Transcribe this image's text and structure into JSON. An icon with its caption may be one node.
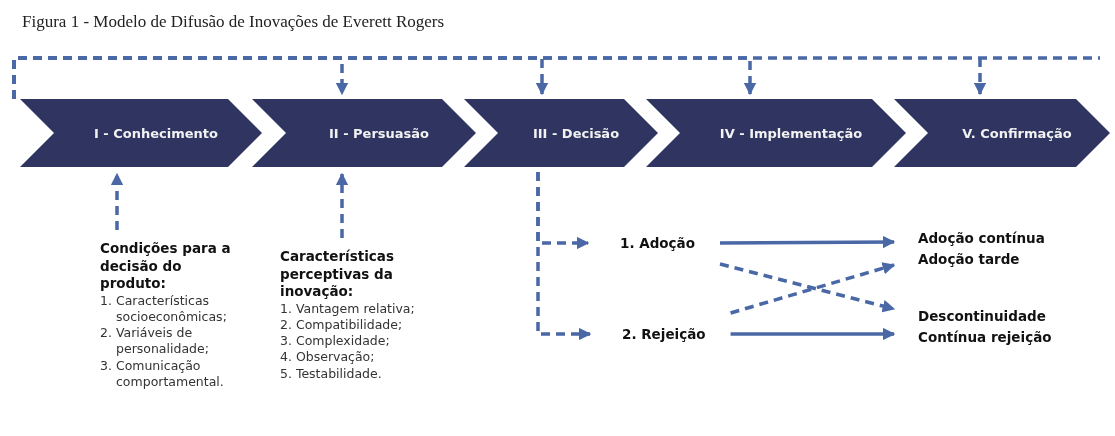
{
  "diagram": {
    "title": "Figura 1 - Modelo de Difusão de Inovações de Everett Rogers",
    "nodes": [
      {
        "text": [
          "I - Conhecimento"
        ]
      },
      {
        "text": [
          "II - Persuasão"
        ]
      },
      {
        "text": [
          "III - Decisão"
        ]
      },
      {
        "text": [
          "IV - Implementação"
        ]
      },
      {
        "text": [
          "V. Confirmação"
        ]
      },
      {
        "text": [
          "Condições para a decisão do produto:",
          "1. Características socioeconômicas;",
          "2. Variáveis de personalidade;",
          "3. Comunicação comportamental."
        ]
      },
      {
        "text": [
          "Características perceptivas da inovação:",
          "1. Vantagem relativa;",
          "2. Compatibilidade;",
          "3. Complexidade;",
          "4. Observação;",
          "5. Testabilidade."
        ]
      },
      {
        "text": [
          "1. Adoção"
        ]
      },
      {
        "text": [
          "2. Rejeição"
        ]
      },
      {
        "text": [
          "Adoção contínua"
        ]
      },
      {
        "text": [
          "Adoção tarde"
        ]
      },
      {
        "text": [
          "Descontinuidade"
        ]
      },
      {
        "text": [
          "Contínua rejeição"
        ]
      }
    ],
    "edges": [
      {
        "from": 0,
        "to": 1,
        "arrow": "to",
        "style": "dashed"
      },
      {
        "from": 0,
        "to": 2,
        "arrow": "to",
        "style": "dashed"
      },
      {
        "from": 0,
        "to": 3,
        "arrow": "to",
        "style": "dashed"
      },
      {
        "from": 0,
        "to": 4,
        "arrow": "to",
        "style": "dashed"
      },
      {
        "from": 5,
        "to": 0,
        "arrow": "to",
        "style": "dashed"
      },
      {
        "from": 6,
        "to": 1,
        "arrow": "to",
        "style": "dashed"
      },
      {
        "from": 2,
        "to": 7,
        "arrow": "to",
        "style": "dashed"
      },
      {
        "from": 2,
        "to": 8,
        "arrow": "to",
        "style": "dashed"
      },
      {
        "from": 7,
        "to": 9,
        "arrow": "to"
      },
      {
        "from": 7,
        "to": 11,
        "arrow": "to",
        "style": "dashed"
      },
      {
        "from": 8,
        "to": 10,
        "arrow": "to",
        "style": "dashed"
      },
      {
        "from": 8,
        "to": 12,
        "arrow": "to"
      }
    ]
  }
}
